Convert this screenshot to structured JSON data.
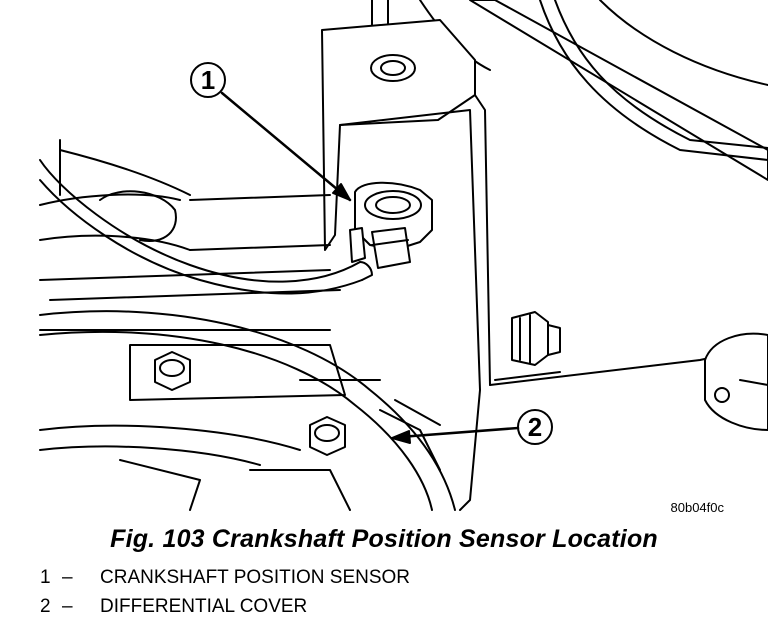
{
  "figure": {
    "reference_code": "80b04f0c",
    "callouts": [
      {
        "number": "1"
      },
      {
        "number": "2"
      }
    ]
  },
  "caption": "Fig. 103 Crankshaft Position Sensor Location",
  "legend": [
    {
      "number": "1",
      "dash": "–",
      "label": "CRANKSHAFT POSITION SENSOR"
    },
    {
      "number": "2",
      "dash": "–",
      "label": "DIFFERENTIAL COVER"
    }
  ]
}
